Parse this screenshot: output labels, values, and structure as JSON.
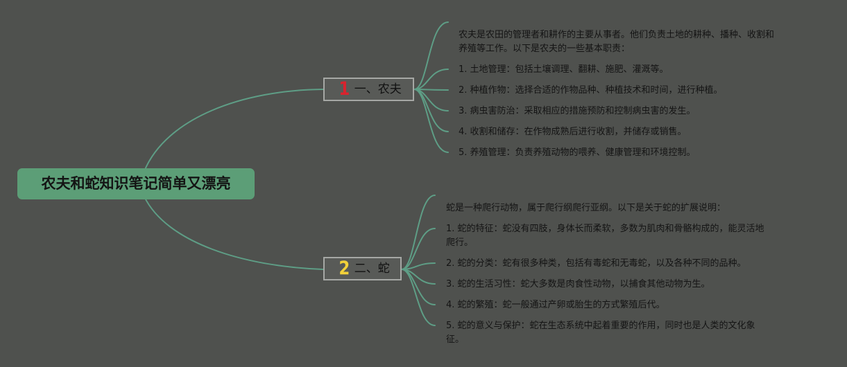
{
  "root": {
    "title": "农夫和蛇知识笔记简单又漂亮"
  },
  "branches": [
    {
      "number": "1",
      "number_color": "#d9232e",
      "label": "一、农夫",
      "items": [
        [
          "农夫是农田的管理者和耕作的主要从事者。他们负责土地的耕种、播种、收割和",
          "养殖等工作。以下是农夫的一些基本职责："
        ],
        [
          "1. 土地管理：包括土壤调理、翻耕、施肥、灌溉等。"
        ],
        [
          "2. 种植作物：选择合适的作物品种、种植技术和时间，进行种植。"
        ],
        [
          "3. 病虫害防治：采取相应的措施预防和控制病虫害的发生。"
        ],
        [
          "4. 收割和储存：在作物成熟后进行收割，并储存或销售。"
        ],
        [
          "5. 养殖管理：负责养殖动物的喂养、健康管理和环境控制。"
        ]
      ]
    },
    {
      "number": "2",
      "number_color": "#f2d13a",
      "label": "二、蛇",
      "items": [
        [
          "蛇是一种爬行动物，属于爬行纲爬行亚纲。以下是关于蛇的扩展说明："
        ],
        [
          "1. 蛇的特征：蛇没有四肢，身体长而柔软，多数为肌肉和骨骼构成的，能灵活地",
          "爬行。"
        ],
        [
          "2. 蛇的分类：蛇有很多种类，包括有毒蛇和无毒蛇，以及各种不同的品种。"
        ],
        [
          "3. 蛇的生活习性：蛇大多数是肉食性动物，以捕食其他动物为生。"
        ],
        [
          "4. 蛇的繁殖：蛇一般通过产卵或胎生的方式繁殖后代。"
        ],
        [
          "5. 蛇的意义与保护：蛇在生态系统中起着重要的作用，同时也是人类的文化象",
          "征。"
        ]
      ]
    }
  ],
  "colors": {
    "background": "#4f514e",
    "connector": "#5e9e86",
    "root_fill": "#5c9e77"
  }
}
